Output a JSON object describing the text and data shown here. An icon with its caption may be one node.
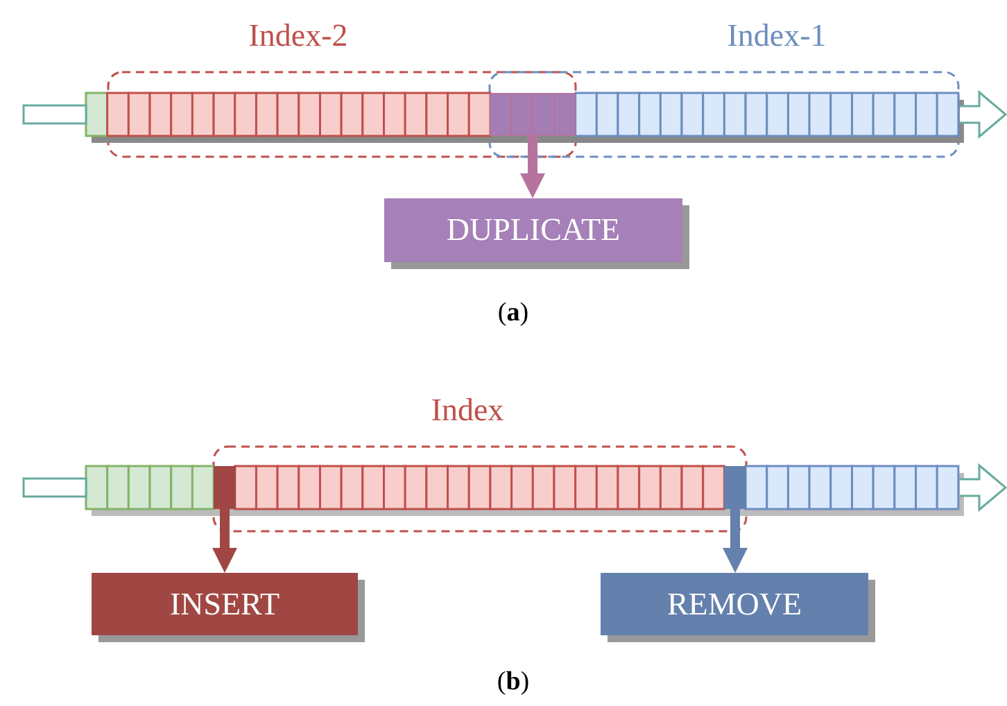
{
  "diagram": {
    "nodes": [
      {
        "text": [],
        "shape": "box"
      },
      {
        "text": [
          "DUPLICATE"
        ]
      },
      {
        "text": [],
        "shape": "box"
      },
      {
        "text": [
          "INSERT"
        ]
      },
      {
        "text": [],
        "shape": "box"
      },
      {
        "text": [
          "REMOVE"
        ]
      }
    ],
    "edges": [
      {
        "from": 0,
        "to": 1,
        "arrow": "to",
        "color": "#b5739d"
      },
      {
        "from": 2,
        "to": 3,
        "arrow": "to",
        "color": "#a04743"
      },
      {
        "from": 4,
        "to": 5,
        "arrow": "to",
        "color": "#6480ad"
      }
    ],
    "labels": [
      "Index-2",
      "Index-1",
      "(**a**)",
      "Index",
      "(**b**)"
    ]
  }
}
